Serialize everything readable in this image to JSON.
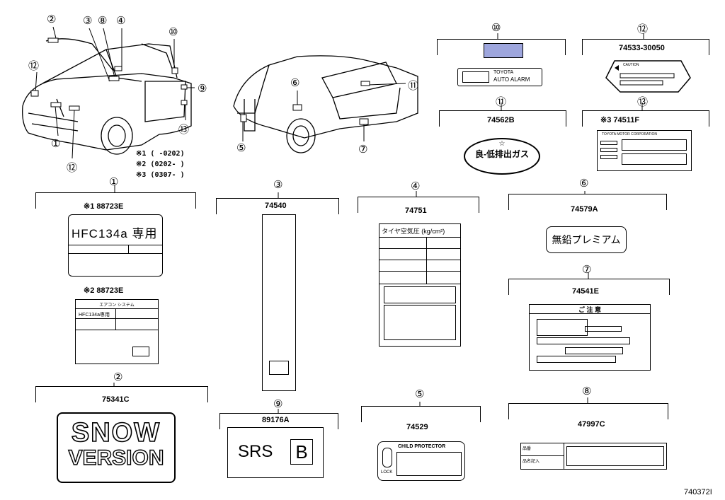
{
  "diagram_id": "740372I",
  "notes": [
    "※1 (     -0202)",
    "※2 (0202-      )",
    "※3 (0307-      )"
  ],
  "callouts": [
    "①",
    "②",
    "③",
    "④",
    "⑤",
    "⑥",
    "⑦",
    "⑧",
    "⑨",
    "⑩",
    "⑪",
    "⑫",
    "⑬"
  ],
  "labels": {
    "l1": {
      "num": "①",
      "parts": [
        "※1 88723E",
        "※2 88723E"
      ],
      "text": "HFC134a 専用",
      "small": "HFC134a専用",
      "header": "エアコン  システム"
    },
    "l2": {
      "num": "②",
      "part": "75341C",
      "line1": "SNOW",
      "line2": "VERSION"
    },
    "l3": {
      "num": "③",
      "part": "74540"
    },
    "l4": {
      "num": "④",
      "part": "74751",
      "header": "タイヤ空気圧 (kg/cm²)"
    },
    "l5": {
      "num": "⑤",
      "part": "74529",
      "title": "CHILD PROTECTOR",
      "lock": "LOCK"
    },
    "l6": {
      "num": "⑥",
      "part": "74579A",
      "text": "無鉛プレミアム"
    },
    "l7": {
      "num": "⑦",
      "part": "74541E",
      "header": "ご 注 意"
    },
    "l8": {
      "num": "⑧",
      "part": "47997C",
      "cell1": "品番",
      "cell2": "品名記入"
    },
    "l9": {
      "num": "⑨",
      "part": "89176A",
      "srs": "SRS",
      "b": "B"
    },
    "l10": {
      "num": "⑩",
      "line1": "TOYOTA",
      "line2": "AUTO ALARM"
    },
    "l11": {
      "num": "⑪",
      "part": "74562B",
      "text": "良-低排出ガス",
      "star": "☆"
    },
    "l12": {
      "num": "⑫",
      "part": "74533-30050",
      "caution": "CAUTION"
    },
    "l13": {
      "num": "⑬",
      "part": "※3 74511F",
      "header": "TOYOTA MOTOR CORPORATION"
    }
  },
  "colors": {
    "line": "#000000",
    "highlight": "#9ea6dd"
  }
}
